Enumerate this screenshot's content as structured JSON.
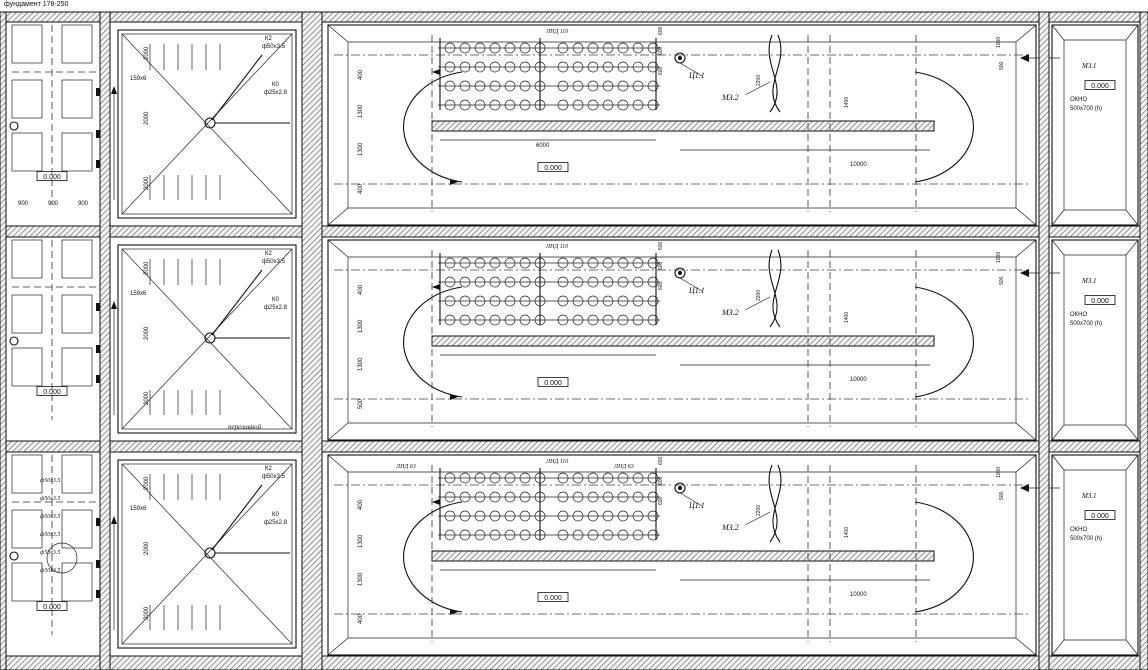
{
  "title_fragment": "фундамент 178-250",
  "rows": [
    {
      "bay": {
        "label": "0.000",
        "dims": [
          "900",
          "900",
          "900"
        ]
      },
      "settling": {
        "pipe_inlet": "159х6",
        "pipe_k2": "К2",
        "pipe_k2_size": "ф50х3.5",
        "pipe_k0": "К0",
        "pipe_k0_size": "ф25х2.8",
        "dims": [
          "2000",
          "2000",
          "2000"
        ],
        "note": ""
      },
      "pool": {
        "mark": "0.000",
        "grid_label": "ЛНД 110",
        "item_a": "Ц1.1",
        "item_b": "МЗ.2",
        "length_long": "10000",
        "length_grid": "6000",
        "dims_left": [
          "400",
          "1300",
          "1300",
          "400"
        ],
        "dims_item": [
          "600",
          "600",
          "600"
        ],
        "dims_b": [
          "2200",
          "1400"
        ]
      },
      "end_chamber": {
        "item": "МЗ.1",
        "mark": "0.000",
        "window_label": "ОКНО",
        "window_size": "500х700 (h)",
        "dims": [
          "1000",
          "500"
        ]
      }
    },
    {
      "bay": {
        "label": "0.000",
        "dims": [
          "",
          "",
          ""
        ]
      },
      "settling": {
        "pipe_inlet": "159х6",
        "pipe_k2": "К2",
        "pipe_k2_size": "ф50х3.5",
        "pipe_k0": "К0",
        "pipe_k0_size": "ф25х2.8",
        "dims": [
          "2000",
          "2000",
          "2000"
        ],
        "note": "переливной"
      },
      "pool": {
        "mark": "0.000",
        "grid_label": "ЛНД 110",
        "item_a": "Ц1.1",
        "item_b": "МЗ.2",
        "length_long": "10000",
        "length_grid": "",
        "dims_left": [
          "400",
          "1300",
          "1300",
          "500"
        ],
        "dims_item": [
          "600",
          "600",
          "600"
        ],
        "dims_b": [
          "2200",
          "1400"
        ]
      },
      "end_chamber": {
        "item": "МЗ.1",
        "mark": "0.000",
        "window_label": "ОКНО",
        "window_size": "500х700 (h)",
        "dims": [
          "1000",
          "500"
        ]
      }
    },
    {
      "bay": {
        "label": "0.000",
        "dims": [
          "",
          "",
          ""
        ]
      },
      "settling": {
        "pipe_inlet": "159х6",
        "pipe_k2": "К2",
        "pipe_k2_size": "ф50х3.5",
        "pipe_k0": "К0",
        "pipe_k0_size": "ф25х2.8",
        "dims": [
          "2000",
          "2000",
          "2000"
        ],
        "note": ""
      },
      "pool": {
        "mark": "0.000",
        "grid_label": "ЛНД 110",
        "item_a": "Ц1.1",
        "item_b": "МЗ.2",
        "length_long": "10000",
        "length_grid": "",
        "dims_left": [
          "400",
          "1300",
          "1300",
          "400"
        ],
        "dims_item": [
          "600",
          "600",
          "600"
        ],
        "dims_b": [
          "2200",
          "1400"
        ]
      },
      "end_chamber": {
        "item": "МЗ.1",
        "mark": "0.000",
        "window_label": "ОКНО",
        "window_size": "500х700 (h)",
        "dims": [
          "1000",
          "500"
        ]
      }
    }
  ],
  "row3_pipes": [
    "ф50х3.5",
    "ф50х3.5",
    "ф50х3.5",
    "ф50х3.5",
    "ф50х3.5",
    "ф50х3.5"
  ],
  "row3_extra_labels": [
    "ЛНД 63",
    "ЛНД 63"
  ],
  "colors": {
    "line": "#111111",
    "hatch": "#555555",
    "paper": "#ffffff"
  }
}
